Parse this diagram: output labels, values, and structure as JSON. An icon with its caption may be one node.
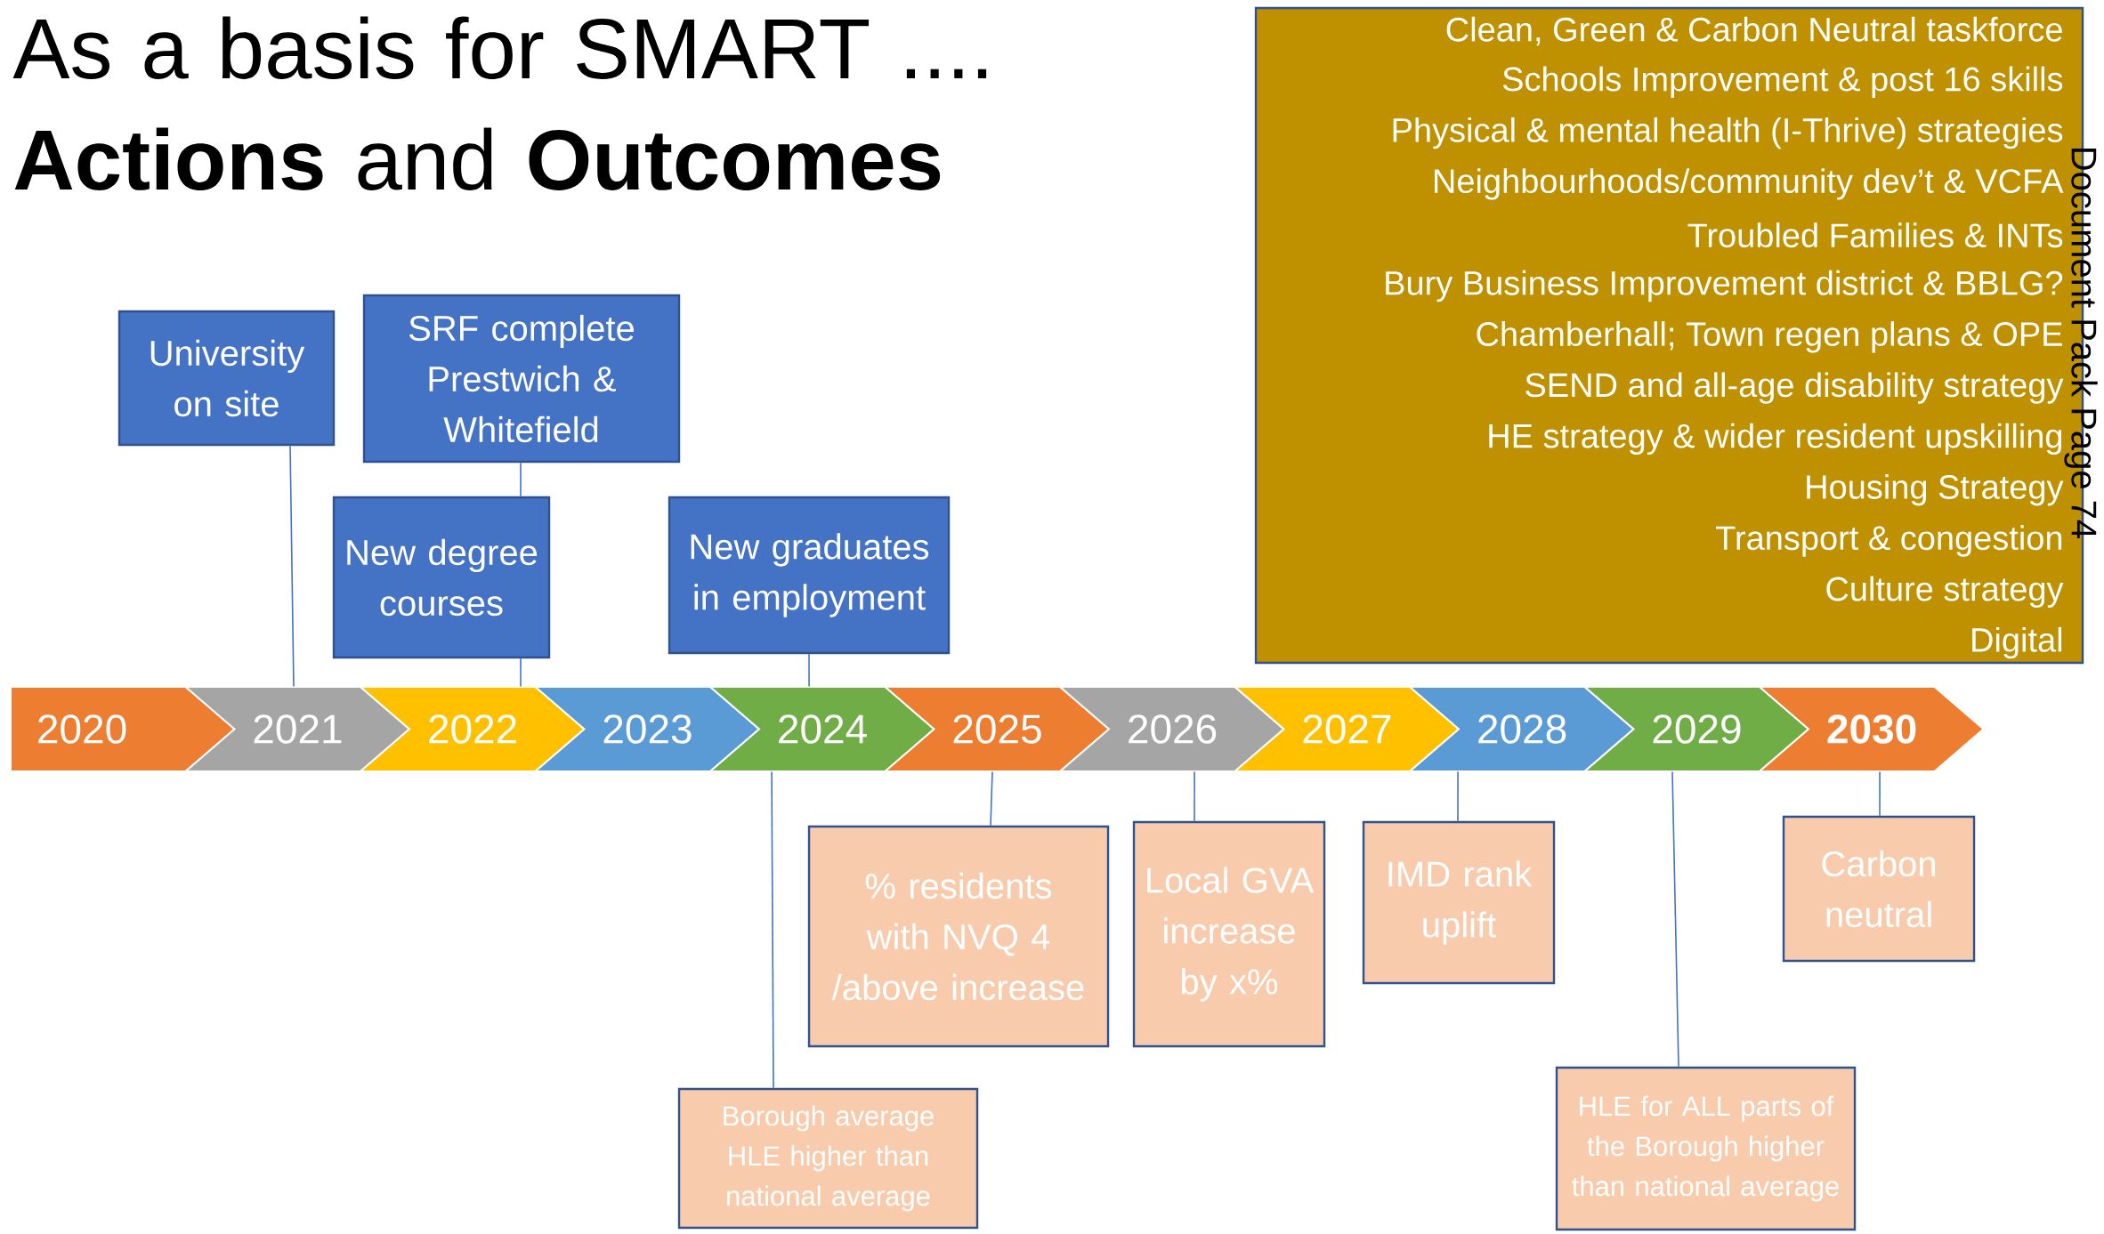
{
  "diagram": {
    "title": "As a basis for SMART .... **Actions** and **Outcomes**",
    "nodes": [
      {
        "text": [
          "Clean, Green & Carbon Neutral taskforce",
          "Schools Improvement & post 16 skills",
          "Physical & mental health (I-Thrive) strategies",
          "Neighbourhoods/community dev’t & VCFA",
          "Troubled Families & INTs",
          "Bury Business Improvement district & BBLG?",
          "Chamberhall; Town regen plans & OPE",
          "SEND and all-age disability strategy",
          "HE strategy & wider resident upskilling",
          "Housing Strategy",
          "Transport & congestion",
          "Culture strategy",
          "Digital"
        ]
      },
      {
        "text": [
          "SRF complete Prestwich & Whitefield"
        ]
      },
      {
        "text": [
          "University on site"
        ]
      },
      {
        "text": [
          "New degree courses"
        ]
      },
      {
        "text": [
          "New graduates in employment"
        ]
      },
      {
        "text": [
          "2020"
        ]
      },
      {
        "text": [
          "2021"
        ]
      },
      {
        "text": [
          "2022"
        ]
      },
      {
        "text": [
          "2023"
        ]
      },
      {
        "text": [
          "2024"
        ]
      },
      {
        "text": [
          "2025"
        ]
      },
      {
        "text": [
          "2026"
        ]
      },
      {
        "text": [
          "2027"
        ]
      },
      {
        "text": [
          "2028"
        ]
      },
      {
        "text": [
          "2029"
        ]
      },
      {
        "text": [
          "2030"
        ]
      },
      {
        "text": [
          "% residents with NVQ 4 /above increase"
        ]
      },
      {
        "text": [
          "Local GVA increase by x%"
        ]
      },
      {
        "text": [
          "IMD rank uplift"
        ]
      },
      {
        "text": [
          "Carbon neutral"
        ]
      },
      {
        "text": [
          "Borough average HLE higher than national average"
        ]
      },
      {
        "text": [
          "HLE for ALL parts of the Borough higher than national average"
        ]
      }
    ],
    "edges": [
      {
        "from": 2,
        "to": 6,
        "arrow": "none"
      },
      {
        "from": 1,
        "to": 3,
        "arrow": "none"
      },
      {
        "from": 3,
        "to": 7,
        "arrow": "none"
      },
      {
        "from": 4,
        "to": 9,
        "arrow": "none"
      },
      {
        "from": 20,
        "to": 9,
        "arrow": "none"
      },
      {
        "from": 16,
        "to": 10,
        "arrow": "none"
      },
      {
        "from": 17,
        "to": 11,
        "arrow": "none"
      },
      {
        "from": 18,
        "to": 13,
        "arrow": "none"
      },
      {
        "from": 21,
        "to": 14,
        "arrow": "none"
      },
      {
        "from": 19,
        "to": 15,
        "arrow": "none"
      }
    ],
    "labels": [
      "Document Pack Page 74"
    ]
  }
}
